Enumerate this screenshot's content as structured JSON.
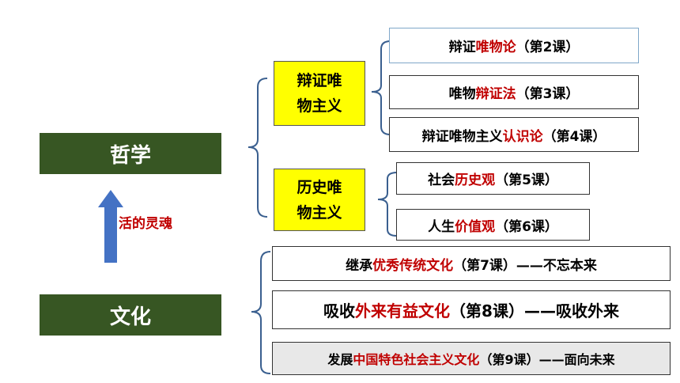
{
  "main_nodes": {
    "philosophy": "哲学",
    "culture": "文化"
  },
  "arrow_label": "活的灵魂",
  "philosophy_branches": {
    "dialectical": {
      "label": "辩证唯物主义",
      "line1": "辩证唯",
      "line2": "物主义",
      "items": [
        {
          "pre": "辩证",
          "key": "唯物论",
          "post": "（第2课）"
        },
        {
          "pre": "唯物",
          "key": "辩证法",
          "post": "（第3课）"
        },
        {
          "pre": "辩证唯物主义",
          "key": "认识论",
          "post": "（第4课）"
        }
      ]
    },
    "historical": {
      "label": "历史唯物主义",
      "line1": "历史唯",
      "line2": "物主义",
      "items": [
        {
          "pre": "社会",
          "key": "历史观",
          "post": "（第5课）"
        },
        {
          "pre": "人生",
          "key": "价值观",
          "post": "（第6课）"
        }
      ]
    }
  },
  "culture_items": [
    {
      "pre": "继承",
      "key": "优秀传统文化",
      "post": "（第7课）——不忘本来"
    },
    {
      "pre": "吸收",
      "key": "外来有益文化",
      "post": "（第8课）——吸收外来"
    },
    {
      "pre": "发展",
      "key": "中国特色社会主义文化",
      "post": "（第9课）——面向未来"
    }
  ],
  "colors": {
    "main_box": "#375623",
    "branch_box": "#ffff00",
    "keyword": "#c00000",
    "arrow": "#4472c4",
    "brace": "#3a5f8f"
  }
}
